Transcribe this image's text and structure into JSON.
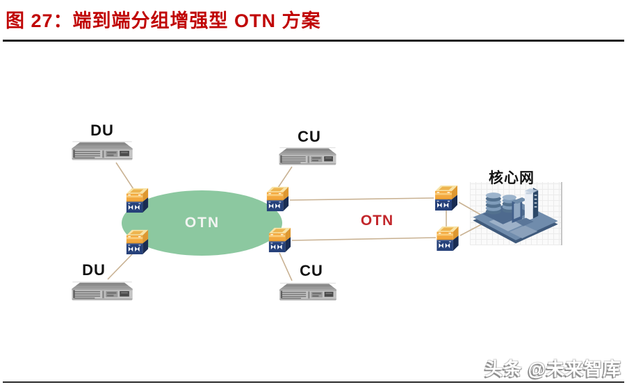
{
  "title": {
    "text": "图 27：端到端分组增强型 OTN 方案"
  },
  "watermark": {
    "text": "头条 @未来智库"
  },
  "diagram": {
    "servers": [
      {
        "id": "du-top",
        "label": "DU"
      },
      {
        "id": "cu-top",
        "label": "CU"
      },
      {
        "id": "du-bottom",
        "label": "DU"
      },
      {
        "id": "cu-bottom",
        "label": "CU"
      }
    ],
    "otn_ring_label": "OTN",
    "otn_link_label": "OTN",
    "core_network_label": "核心网",
    "icons": [
      "rack-server-icon",
      "otn-device-icon",
      "core-network-illustration"
    ],
    "colors": {
      "title_red": "#c00505",
      "link_label_red": "#c2262b",
      "ring_green": "#8cc8a0",
      "line_tan": "#c9b293",
      "device_orange": "#f3a83e",
      "device_navy": "#26417a",
      "core_blue": "#708cac"
    }
  }
}
